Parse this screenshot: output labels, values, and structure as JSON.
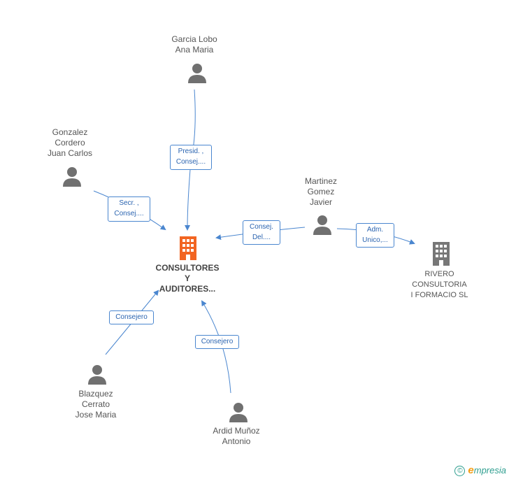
{
  "nodes": {
    "main_company": {
      "label": "CONSULTORES\nY\nAUDITORES...",
      "color": "#f26522"
    },
    "side_company": {
      "label": "RIVERO\nCONSULTORIA\nI FORMACIO SL",
      "color": "#777777"
    },
    "garcia": {
      "label": "Garcia Lobo\nAna Maria"
    },
    "gonzalez": {
      "label": "Gonzalez\nCordero\nJuan Carlos"
    },
    "martinez": {
      "label": "Martinez\nGomez\nJavier"
    },
    "blazquez": {
      "label": "Blazquez\nCerrato\nJose Maria"
    },
    "ardid": {
      "label": "Ardid Muñoz\nAntonio"
    }
  },
  "edges": {
    "garcia": "Presid. ,\nConsej....",
    "gonzalez": "Secr. ,\nConsej....",
    "martinez_main": "Consej.\nDel....",
    "martinez_side": "Adm.\nUnico,...",
    "blazquez": "Consejero",
    "ardid": "Consejero"
  },
  "colors": {
    "edge": "#4a86cf",
    "person": "#707070"
  },
  "footer": {
    "copyright": "©",
    "brand_initial": "e",
    "brand_rest": "mpresia"
  }
}
